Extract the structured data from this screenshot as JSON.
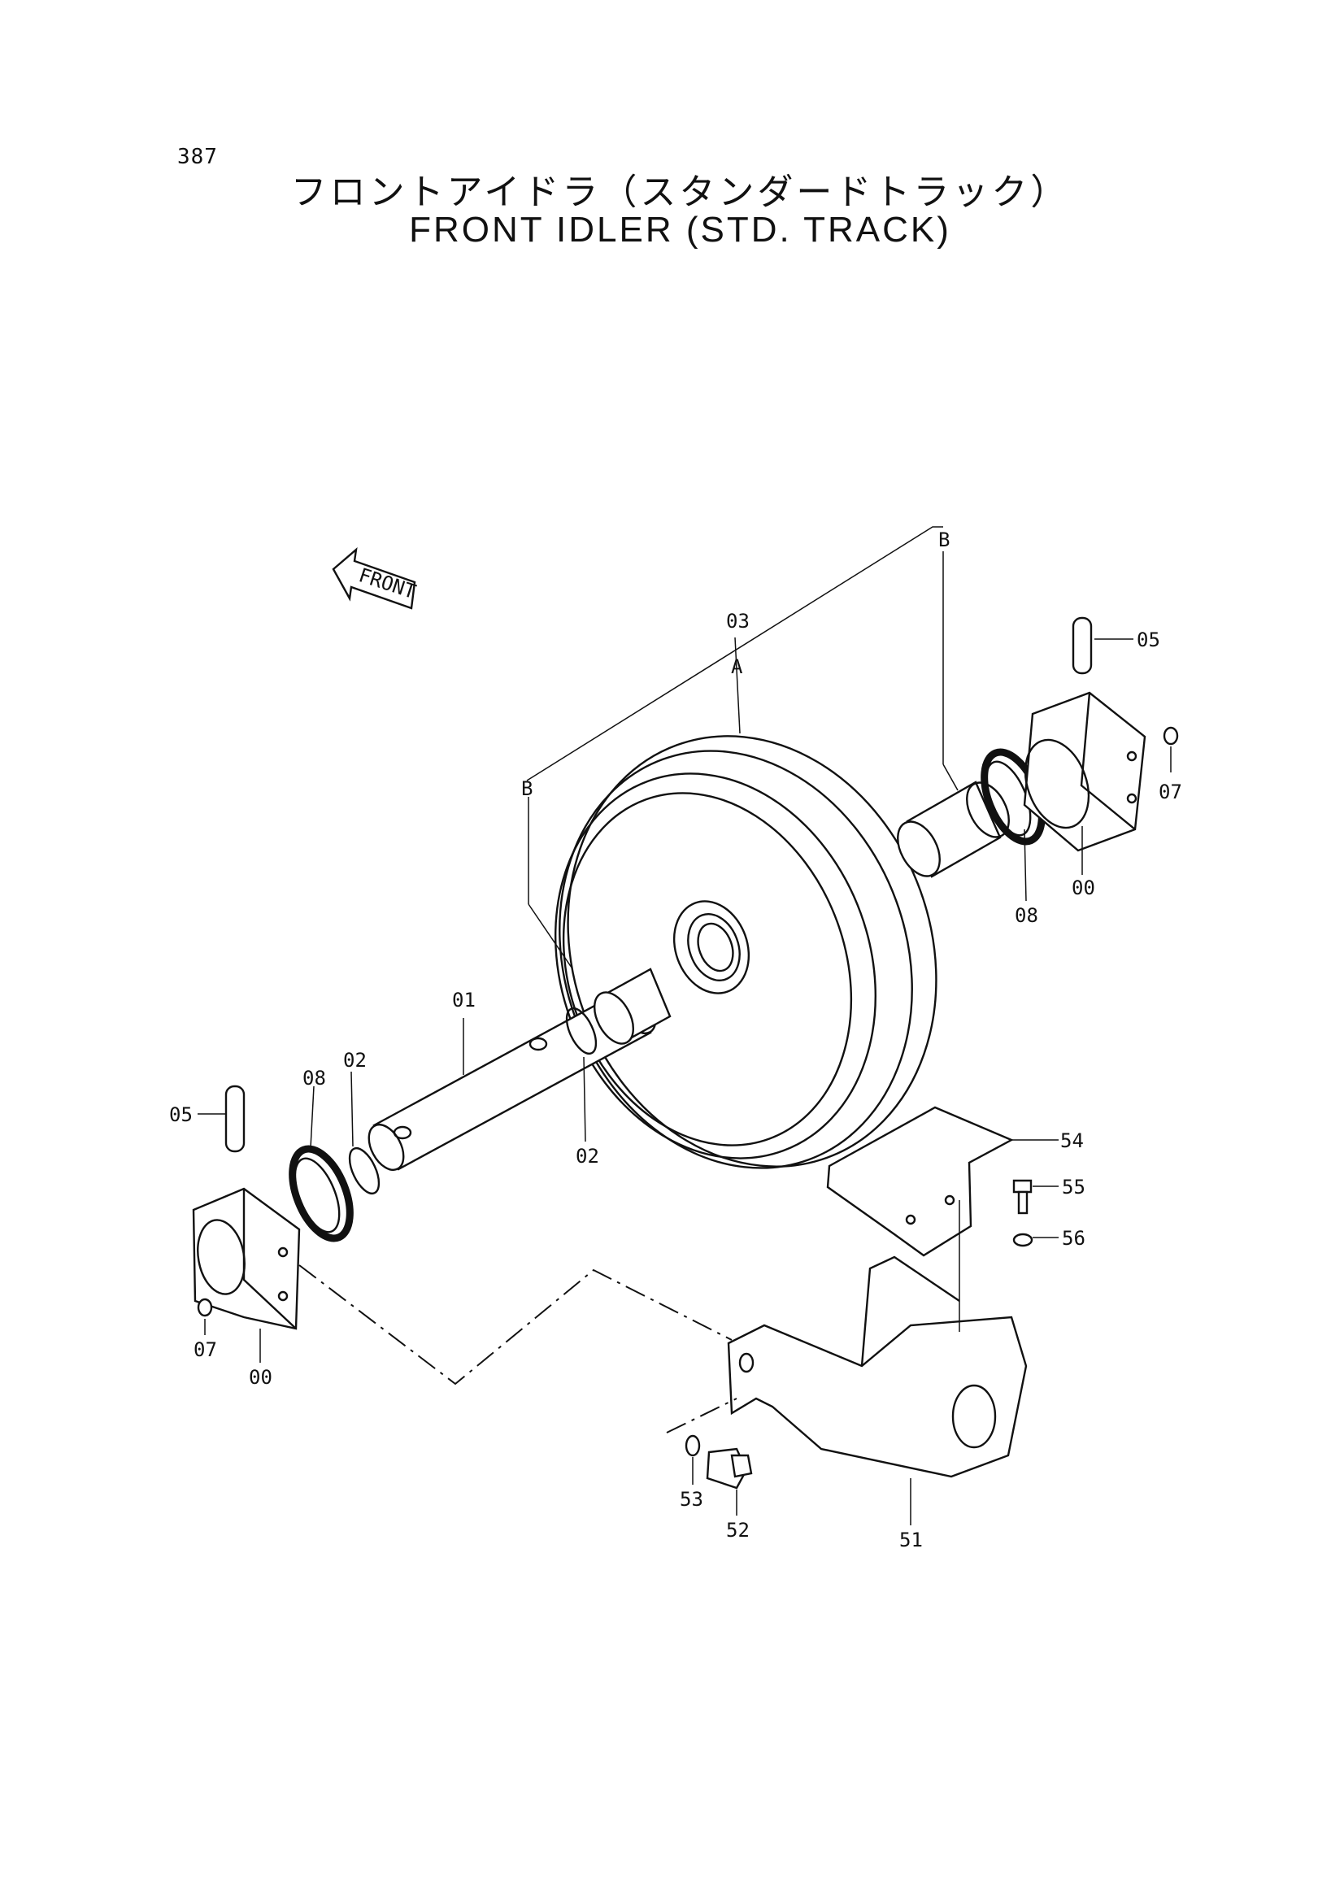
{
  "page_number": "387",
  "title_jp": "フロントアイドラ（スタンダードトラック）",
  "title_en": "FRONT IDLER (STD. TRACK)",
  "front_arrow_label": "FRONT",
  "callouts": {
    "c00_right": "00",
    "c00_left": "00",
    "c01": "01",
    "c02_top": "02",
    "c02_bottom": "02",
    "c03": "03",
    "c05_right": "05",
    "c05_left": "05",
    "c07_right": "07",
    "c07_left": "07",
    "c08_right": "08",
    "c08_left": "08",
    "c51": "51",
    "c52": "52",
    "c53": "53",
    "c54": "54",
    "c55": "55",
    "c56": "56",
    "ref_a": "A",
    "ref_b_top": "B",
    "ref_b_left": "B"
  }
}
